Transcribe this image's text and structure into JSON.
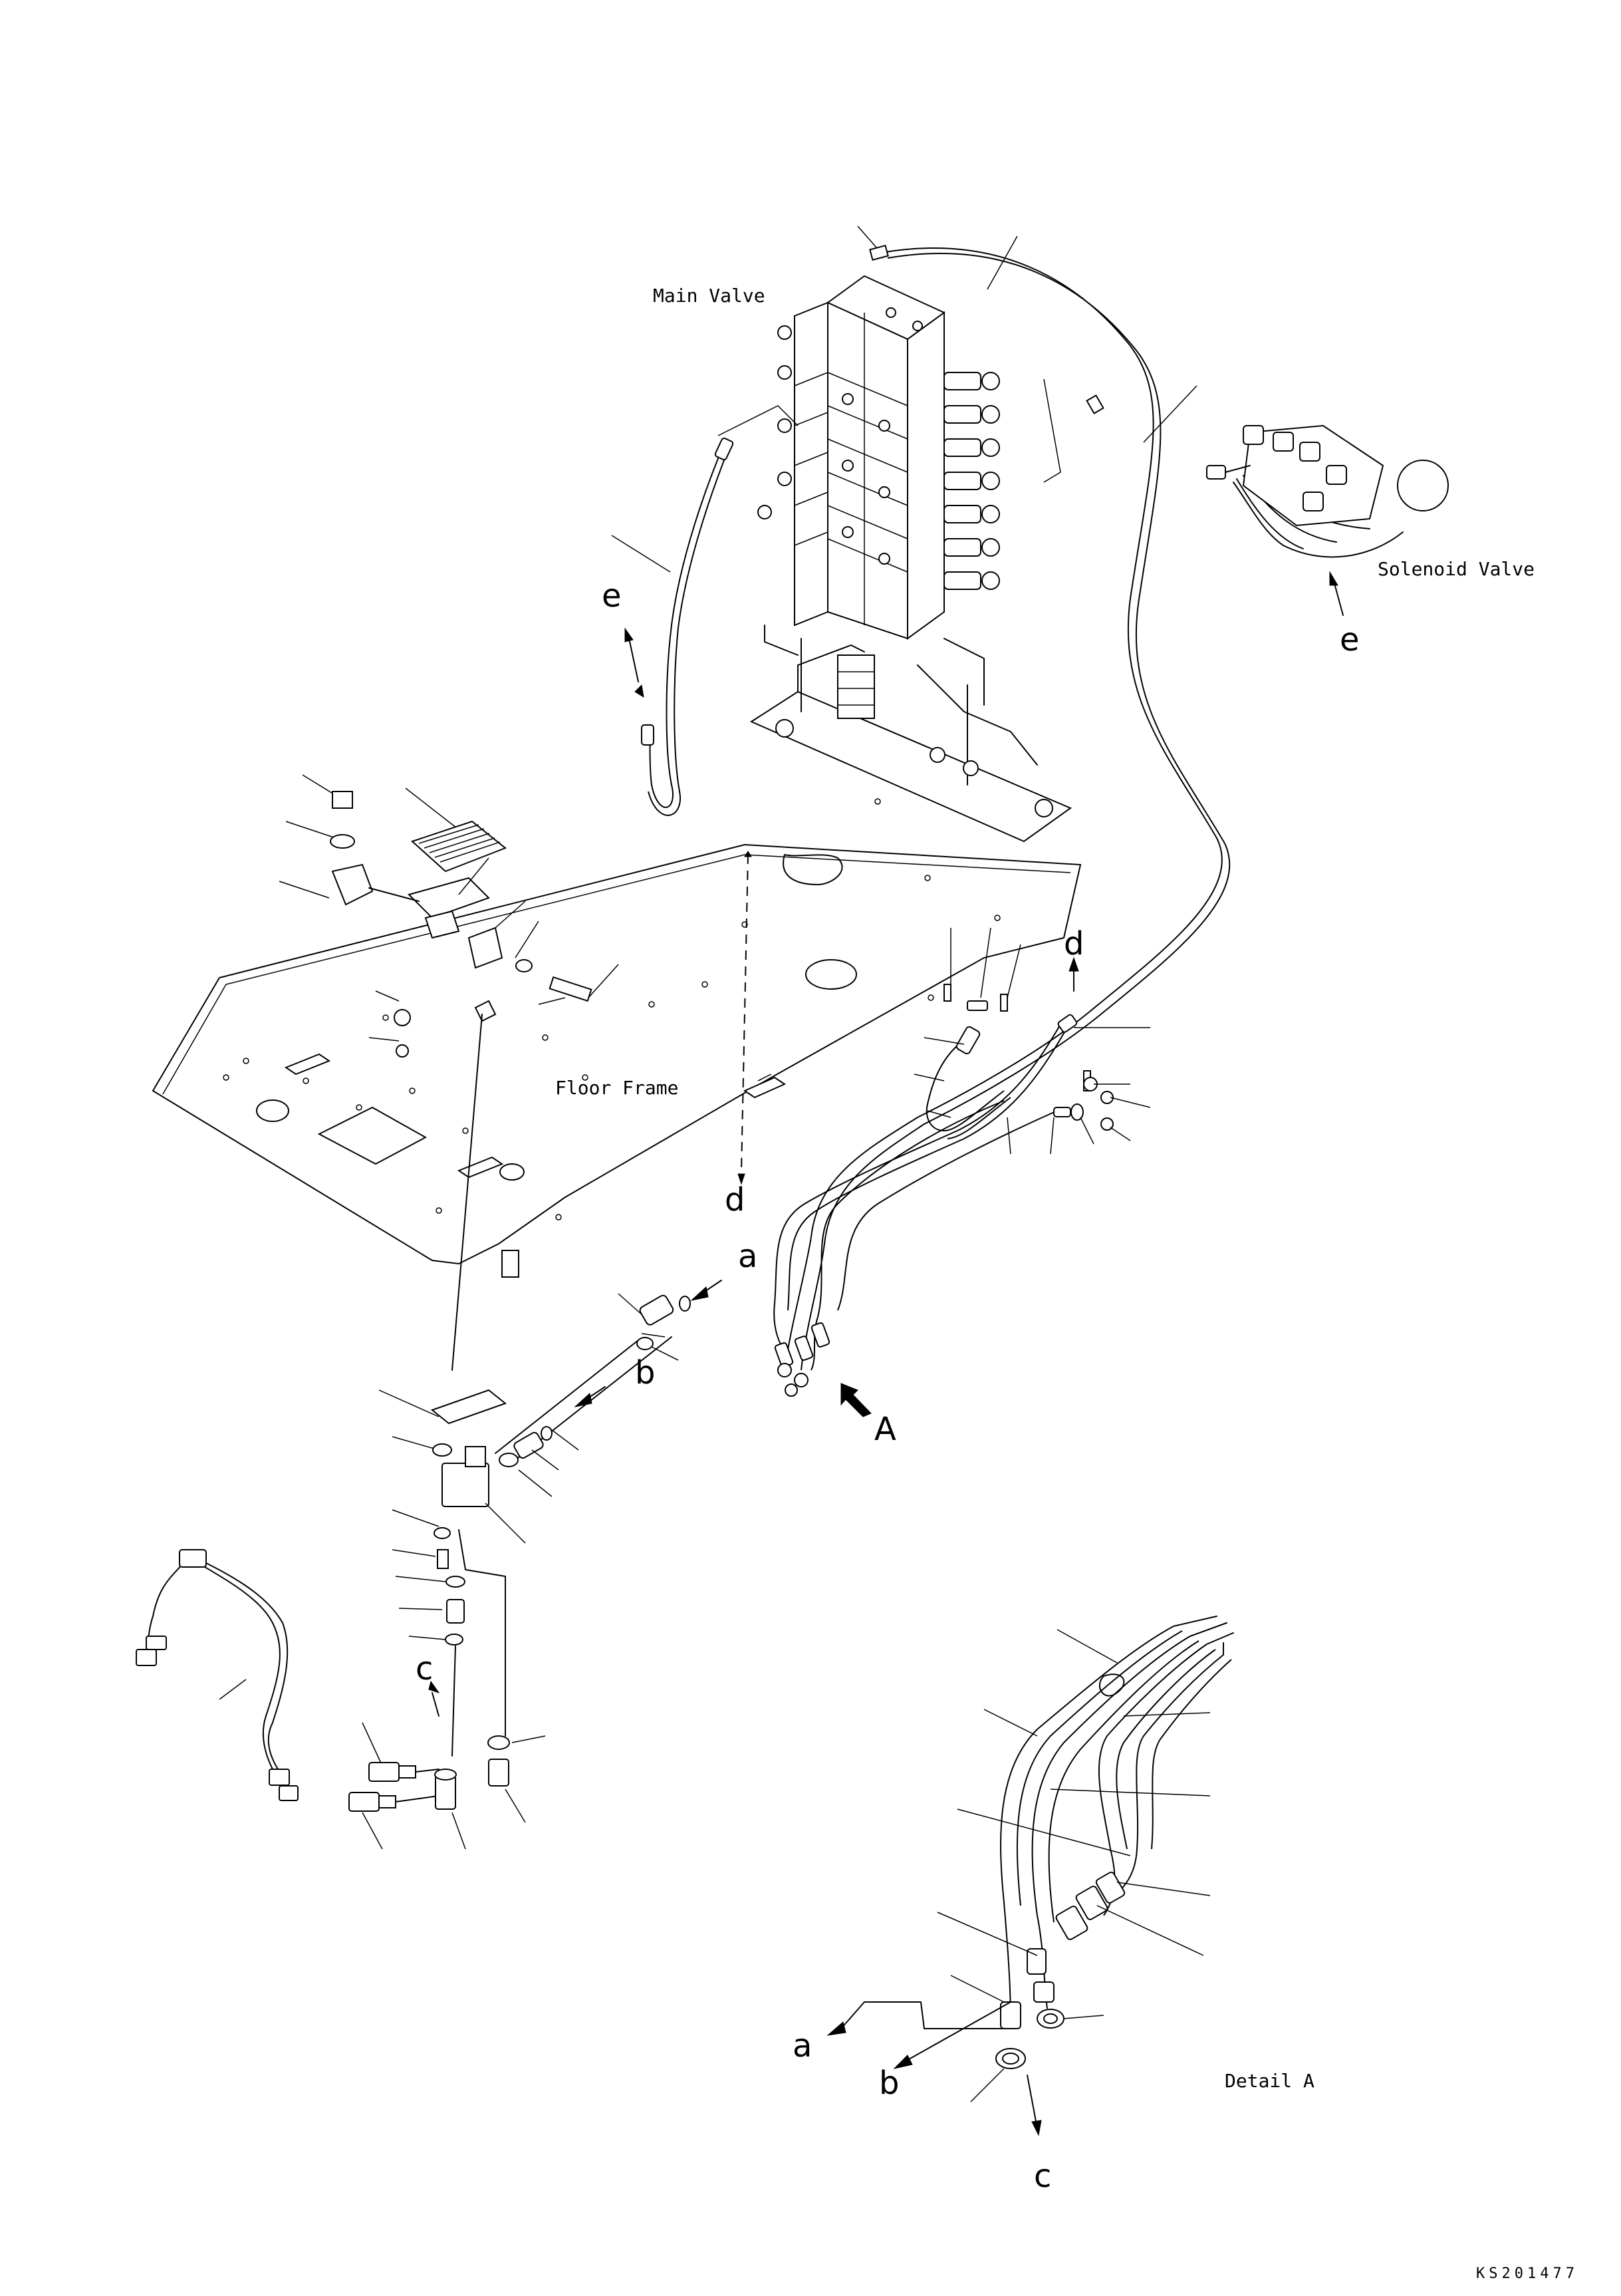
{
  "labels": {
    "main_valve": "Main Valve",
    "solenoid_valve": "Solenoid Valve",
    "floor_frame": "Floor Frame",
    "detail_a": "Detail A",
    "view_a": "A"
  },
  "callout_letters": {
    "a_upper": "a",
    "b_upper": "b",
    "c_upper": "c",
    "d_upper": "d",
    "d_lower": "d",
    "e_left": "e",
    "e_right": "e",
    "a_detail": "a",
    "b_detail": "b",
    "c_detail": "c"
  },
  "drawing_code": "KS201477"
}
